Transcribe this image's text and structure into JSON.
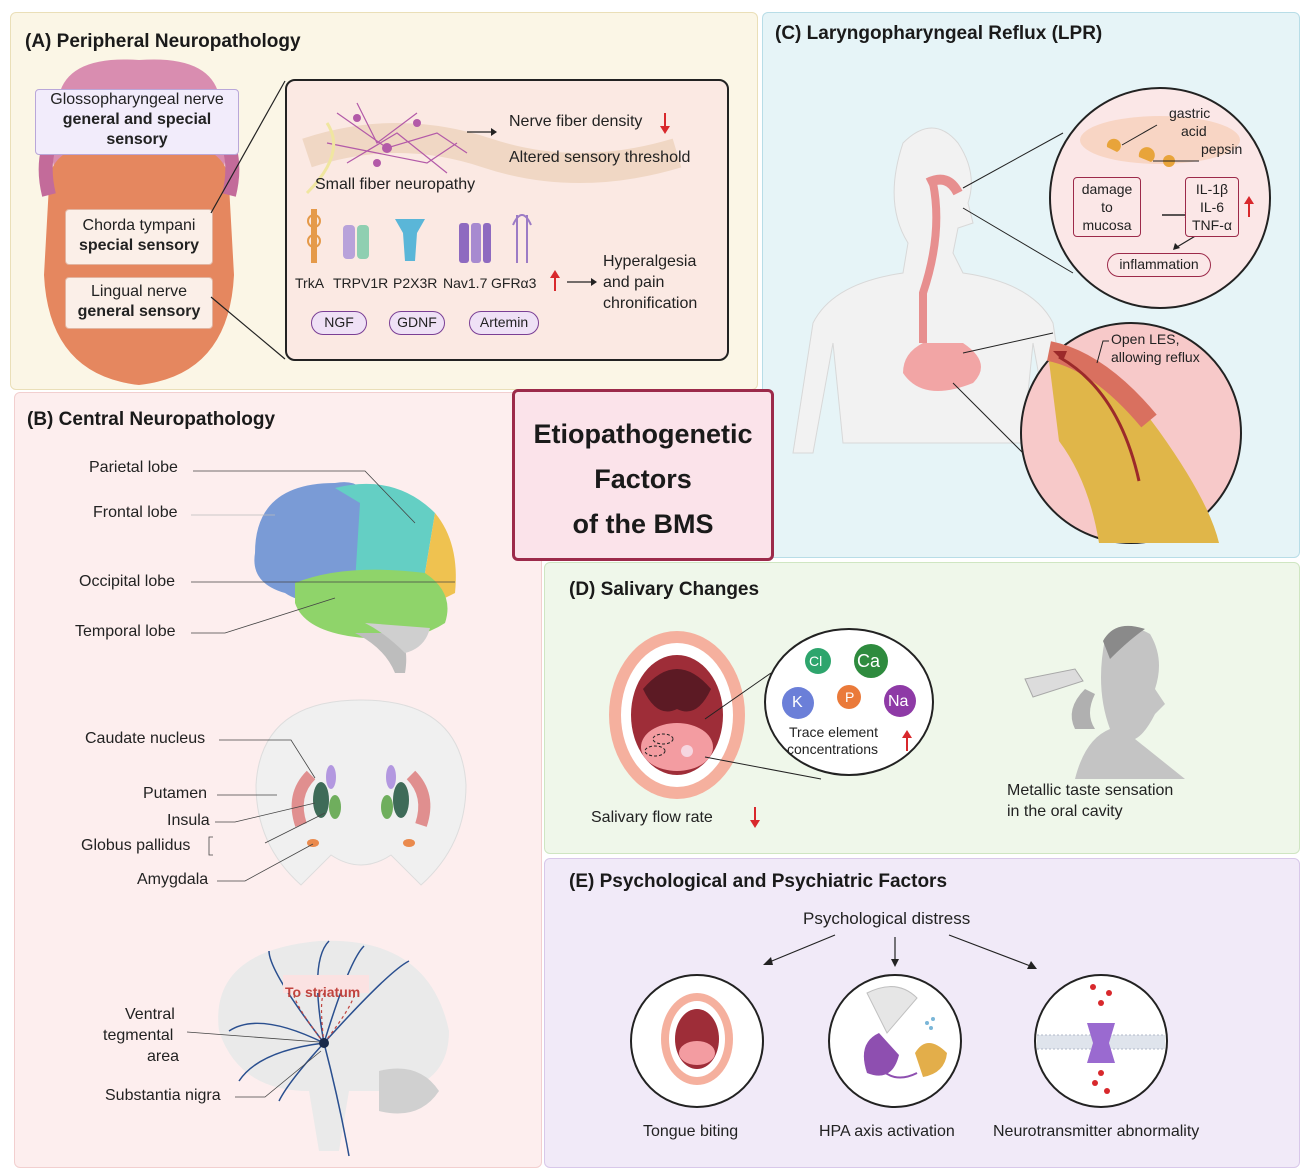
{
  "center": {
    "line1": "Etiopathogenetic",
    "line2": "Factors",
    "line3": "of the BMS"
  },
  "panelA": {
    "title": "(A) Peripheral Neuropathology",
    "glosso_line1": "Glossopharyngeal nerve",
    "glosso_line2": "general and special",
    "glosso_line3": "sensory",
    "chorda_line1": "Chorda tympani",
    "chorda_line2": "special sensory",
    "lingual_line1": "Lingual nerve",
    "lingual_line2": "general sensory",
    "nerve_density": "Nerve fiber density",
    "threshold": "Altered sensory threshold",
    "small_fiber": "Small fiber neuropathy",
    "receptors": [
      "TrkA",
      "TRPV1R",
      "P2X3R",
      "Nav1.7",
      "GFRα3"
    ],
    "hyper_line1": "Hyperalgesia",
    "hyper_line2": "and pain",
    "hyper_line3": "chronification",
    "factors": [
      "NGF",
      "GDNF",
      "Artemin"
    ]
  },
  "panelB": {
    "title": "(B) Central Neuropathology",
    "parietal": "Parietal lobe",
    "frontal": "Frontal lobe",
    "occipital": "Occipital lobe",
    "temporal": "Temporal lobe",
    "caudate": "Caudate nucleus",
    "putamen": "Putamen",
    "insula": "Insula",
    "globus": "Globus pallidus",
    "amygdala": "Amygdala",
    "striatum": "To striatum",
    "vta_line1": "Ventral",
    "vta_line2": "tegmental",
    "vta_line3": "area",
    "substantia": "Substantia nigra"
  },
  "panelC": {
    "title": "(C) Laryngopharyngeal Reflux (LPR)",
    "gastric_line1": "gastric",
    "gastric_line2": "acid",
    "pepsin": "pepsin",
    "damage_line1": "damage",
    "damage_line2": "to",
    "damage_line3": "mucosa",
    "il1": "IL-1β",
    "il6": "IL-6",
    "tnf": "TNF-α",
    "inflammation": "inflammation",
    "les_line1": "Open LES,",
    "les_line2": "allowing reflux"
  },
  "panelD": {
    "title": "(D) Salivary Changes",
    "elements": [
      "Cl",
      "Ca",
      "K",
      "P",
      "Na"
    ],
    "trace_line1": "Trace element",
    "trace_line2": "concentrations",
    "flow": "Salivary flow rate",
    "metallic_line1": "Metallic taste sensation",
    "metallic_line2": "in the oral cavity"
  },
  "panelE": {
    "title": "(E) Psychological and Psychiatric Factors",
    "distress": "Psychological distress",
    "tongue": "Tongue biting",
    "hpa": "HPA axis activation",
    "neuro": "Neurotransmitter abnormality"
  },
  "colors": {
    "panelA": "#fbf6e6",
    "panelB": "#fdeeee",
    "panelC": "#e6f4f7",
    "panelD": "#eff7ea",
    "panelE": "#f1eaf8",
    "center": "#9c2a4a",
    "arrow_red": "#d8282c"
  }
}
